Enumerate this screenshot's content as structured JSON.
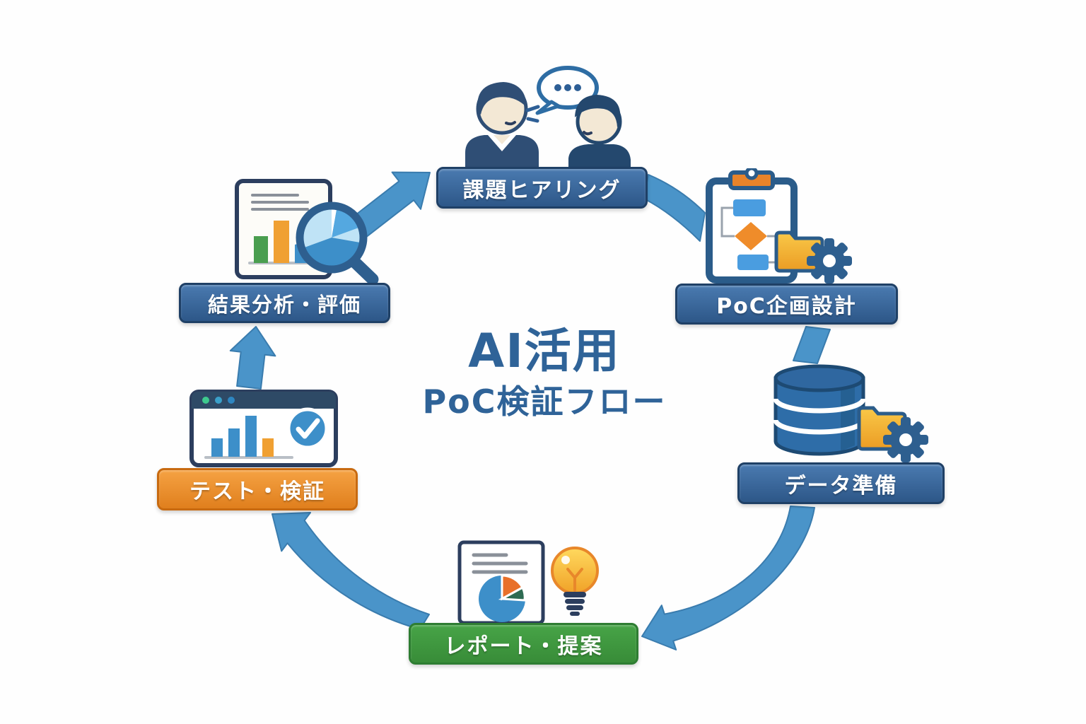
{
  "diagram": {
    "title_line1": "AI活用",
    "title_line2": "PoC検証フロー",
    "title_color": "#2f6398",
    "background": "#fefefe",
    "arrow_color": "#4a94c9",
    "flow_type": "circular-clockwise"
  },
  "steps": [
    {
      "label": "課題ヒアリング",
      "icon": "people-talking-icon",
      "pill_style": "blue",
      "pill_colors": {
        "top": "#4a7ab0",
        "bottom": "#2d5788",
        "border": "#1f4066"
      },
      "position": "top"
    },
    {
      "label": "PoC企画設計",
      "icon": "clipboard-flowchart-folder-gear-icon",
      "pill_style": "blue",
      "pill_colors": {
        "top": "#4a7ab0",
        "bottom": "#2d5788",
        "border": "#1f4066"
      },
      "position": "upper-right"
    },
    {
      "label": "データ準備",
      "icon": "database-folder-gear-icon",
      "pill_style": "blue",
      "pill_colors": {
        "top": "#4a7ab0",
        "bottom": "#2d5788",
        "border": "#1f4066"
      },
      "position": "lower-right"
    },
    {
      "label": "レポート・提案",
      "icon": "report-document-lightbulb-icon",
      "pill_style": "green",
      "pill_colors": {
        "top": "#47a447",
        "bottom": "#388c38",
        "border": "#2e7d32"
      },
      "position": "bottom"
    },
    {
      "label": "テスト・検証",
      "icon": "browser-chart-check-icon",
      "pill_style": "orange",
      "pill_colors": {
        "top": "#f5a243",
        "bottom": "#e07f1d",
        "border": "#c86a10"
      },
      "position": "lower-left"
    },
    {
      "label": "結果分析・評価",
      "icon": "document-chart-magnifier-icon",
      "pill_style": "blue",
      "pill_colors": {
        "top": "#4a7ab0",
        "bottom": "#2d5788",
        "border": "#1f4066"
      },
      "position": "upper-left"
    }
  ]
}
